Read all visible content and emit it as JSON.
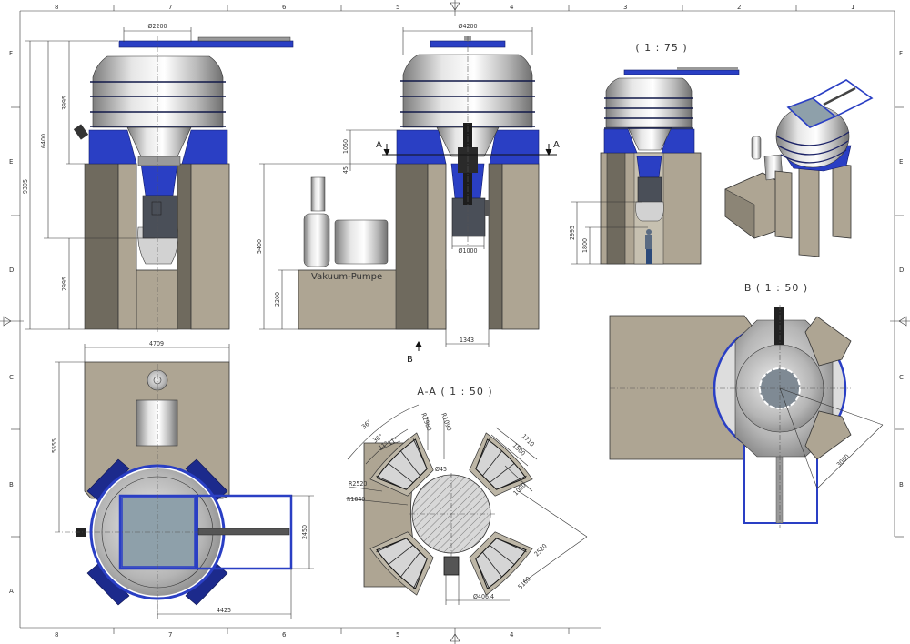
{
  "sheet": {
    "zone_columns": [
      "8",
      "7",
      "6",
      "5",
      "4",
      "3",
      "2",
      "1"
    ],
    "zone_rows": [
      "F",
      "E",
      "D",
      "C",
      "B",
      "A"
    ],
    "bottom_columns": [
      "8",
      "7",
      "6",
      "5",
      "4"
    ]
  },
  "front_view": {
    "dims": {
      "d_top": "Ø2200",
      "total_height": "9395",
      "height_6400": "6400",
      "vessel_height": "3995",
      "lower_height": "2995"
    }
  },
  "side_view": {
    "dims": {
      "d_vessel": "Ø4200",
      "h_1050": "1050",
      "h_45": "45",
      "h_5400": "5400",
      "h_2200": "2200",
      "d_motor": "Ø1000",
      "w_1343": "1343"
    },
    "pump_label": "Vakuum-Pumpe",
    "section_marker": "A",
    "view_marker": "B"
  },
  "scale_view": {
    "title": "( 1 : 75 )",
    "dims": {
      "h_2995": "2995",
      "h_1800": "1800"
    }
  },
  "top_view": {
    "dims": {
      "w_4709": "4709",
      "h_5555": "5555",
      "h_2450": "2450",
      "w_4425": "4425"
    }
  },
  "section_aa": {
    "title": "A-A ( 1 : 50 )",
    "dims": {
      "angle_outer": "36°",
      "angle_inner": "36°",
      "angle_a": "11°",
      "angle_b": "11°",
      "r_2980": "R2980",
      "r_1090": "R1090",
      "d_45": "Ø45",
      "r_2520": "R2520",
      "r_1640": "R1640",
      "l_1710": "1710",
      "l_1500": "1500",
      "l_1080": "1080",
      "l_2520": "2520",
      "l_5160": "5160",
      "d_pipe": "Ø406,4"
    }
  },
  "view_b": {
    "title": "B ( 1 : 50 )",
    "dims": {
      "d_3000": "3000"
    }
  },
  "colors": {
    "blue": "#2a3fc4",
    "concrete": "#aea593",
    "steel": "#c8c8c8"
  }
}
